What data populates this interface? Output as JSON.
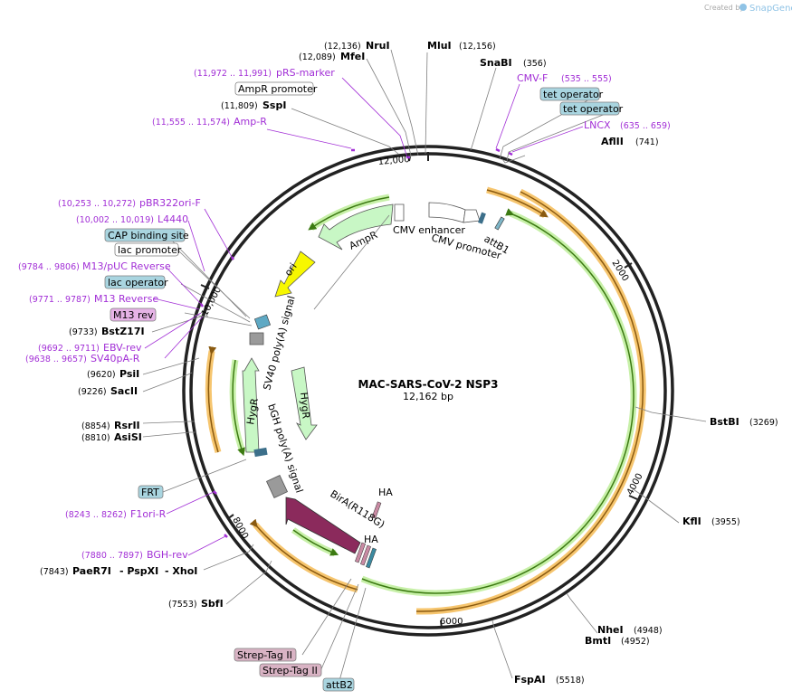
{
  "branding": {
    "created_by": "Created by",
    "app": "SnapGene"
  },
  "plasmid": {
    "name": "MAC-SARS-CoV-2 NSP3",
    "size": "12,162 bp"
  },
  "ticks": [
    "2000",
    "4000",
    "6000",
    "8000",
    "10,000",
    "12,000"
  ],
  "enzymes": [
    {
      "name": "NruI",
      "pos": "(12,136)"
    },
    {
      "name": "MluI",
      "pos": "(12,156)"
    },
    {
      "name": "MfeI",
      "pos": "(12,089)"
    },
    {
      "name": "SnaBI",
      "pos": "(356)"
    },
    {
      "name": "SspI",
      "pos": "(11,809)"
    },
    {
      "name": "AflII",
      "pos": "(741)"
    },
    {
      "name": "BstZ17I",
      "pos": "(9733)"
    },
    {
      "name": "PsiI",
      "pos": "(9620)"
    },
    {
      "name": "SacII",
      "pos": "(9226)"
    },
    {
      "name": "BstBI",
      "pos": "(3269)"
    },
    {
      "name": "RsrII",
      "pos": "(8854)"
    },
    {
      "name": "AsiSI",
      "pos": "(8810)"
    },
    {
      "name": "KflI",
      "pos": "(3955)"
    },
    {
      "name": "PaeR7I",
      "pos": "(7843)"
    },
    {
      "name": "- PspXI",
      "pos": ""
    },
    {
      "name": "- XhoI",
      "pos": ""
    },
    {
      "name": "SbfI",
      "pos": "(7553)"
    },
    {
      "name": "NheI",
      "pos": "(4948)"
    },
    {
      "name": "BmtI",
      "pos": "(4952)"
    },
    {
      "name": "FspAI",
      "pos": "(5518)"
    }
  ],
  "primers": [
    {
      "name": "pRS-marker",
      "pos": "(11,972 .. 11,991)"
    },
    {
      "name": "Amp-R",
      "pos": "(11,555 .. 11,574)"
    },
    {
      "name": "CMV-F",
      "pos": "(535 .. 555)"
    },
    {
      "name": "LNCX",
      "pos": "(635 .. 659)"
    },
    {
      "name": "pBR322ori-F",
      "pos": "(10,253 .. 10,272)"
    },
    {
      "name": "L4440",
      "pos": "(10,002 .. 10,019)"
    },
    {
      "name": "M13/pUC Reverse",
      "pos": "(9784 .. 9806)"
    },
    {
      "name": "M13 Reverse",
      "pos": "(9771 .. 9787)"
    },
    {
      "name": "EBV-rev",
      "pos": "(9692 .. 9711)"
    },
    {
      "name": "SV40pA-R",
      "pos": "(9638 .. 9657)"
    },
    {
      "name": "F1ori-R",
      "pos": "(8243 .. 8262)"
    },
    {
      "name": "BGH-rev",
      "pos": "(7880 .. 7897)"
    }
  ],
  "boxed_features": [
    "AmpR promoter",
    "tet operator",
    "tet operator",
    "CAP binding site",
    "lac promoter",
    "lac operator",
    "M13 rev",
    "FRT",
    "Strep-Tag II",
    "Strep-Tag II",
    "attB2"
  ],
  "inner_features": [
    "AmpR",
    "CMV enhancer",
    "CMV promoter",
    "attB1",
    "ori",
    "SV40 poly(A) signal",
    "HygR",
    "HygR",
    "bGH poly(A) signal",
    "BirA(R118G)",
    "HA",
    "HA"
  ],
  "colors": {
    "backbone": "#222222",
    "primer": "#a22fd6",
    "orf_orange": "#f6b04a",
    "orf_green": "#5a9e1e",
    "marker_fill": "#c8f7c5",
    "ori_fill": "#f7f700",
    "bira_fill": "#8b2a5c",
    "box_teal": "#a9d5e0",
    "box_pink": "#d9b3c4",
    "box_magenta": "#e6b3e6"
  }
}
